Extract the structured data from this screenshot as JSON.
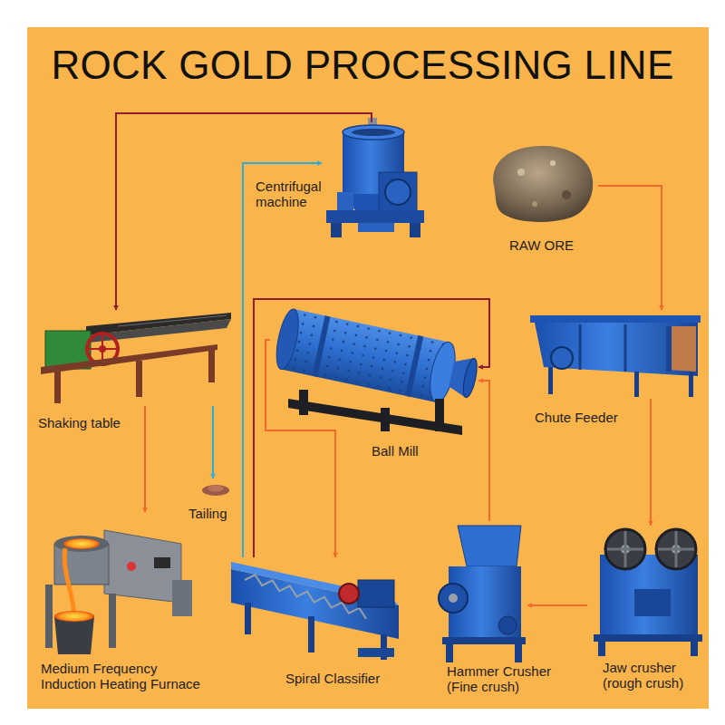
{
  "diagram": {
    "title": "ROCK GOLD PROCESSING LINE",
    "nodes": [
      {
        "text": [
          "Centrifugal machine"
        ]
      },
      {
        "text": [
          "RAW ORE"
        ]
      },
      {
        "text": [
          "Shaking table"
        ]
      },
      {
        "text": [
          "Ball Mill"
        ]
      },
      {
        "text": [
          "Chute Feeder"
        ]
      },
      {
        "text": [
          "Tailing"
        ]
      },
      {
        "text": [
          "Medium Frequency Induction Heating Furnace"
        ]
      },
      {
        "text": [
          "Spiral Classifier"
        ]
      },
      {
        "text": [
          "Hammer Crusher (Fine crush)"
        ]
      },
      {
        "text": [
          "Jaw crusher (rough crush)"
        ]
      }
    ],
    "edges": [
      {
        "from": 1,
        "to": 4,
        "arrow": "to"
      },
      {
        "from": 4,
        "to": 9,
        "arrow": "to"
      },
      {
        "from": 9,
        "to": 8,
        "arrow": "to"
      },
      {
        "from": 8,
        "to": 3,
        "arrow": "to"
      },
      {
        "from": 3,
        "to": 7,
        "arrow": "to"
      },
      {
        "from": 7,
        "to": 3,
        "arrow": "to"
      },
      {
        "from": 7,
        "to": 0,
        "arrow": "to"
      },
      {
        "from": 0,
        "to": 2,
        "arrow": "to"
      },
      {
        "from": 2,
        "to": 5,
        "arrow": "to"
      },
      {
        "from": 2,
        "to": 6,
        "arrow": "to"
      }
    ]
  }
}
